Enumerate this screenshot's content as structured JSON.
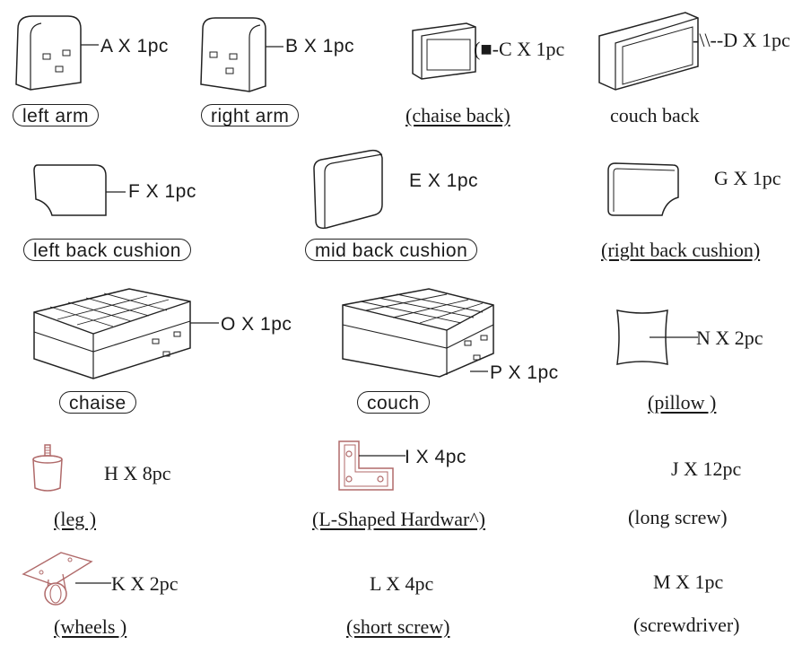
{
  "parts": {
    "left_arm": {
      "code": "A X 1pc",
      "label": "left arm"
    },
    "right_arm": {
      "code": "B X 1pc",
      "label": "right arm"
    },
    "chaise_back": {
      "code": "(■-C X 1pc",
      "label": "(chaise back)"
    },
    "couch_back": {
      "code": "-\\\\--D X 1pc",
      "label": "couch back"
    },
    "left_back_cushion": {
      "code": "F X 1pc",
      "label": "left back cushion"
    },
    "mid_back_cushion": {
      "code": "E X 1pc",
      "label": "mid back cushion"
    },
    "right_back_cushion": {
      "code": "G X 1pc",
      "label": "(right back cushion)"
    },
    "chaise": {
      "code": "O X 1pc",
      "label": "chaise"
    },
    "couch": {
      "code": "P X 1pc",
      "label": "couch"
    },
    "pillow": {
      "code": "N X 2pc",
      "label": "(pillow )"
    },
    "leg": {
      "code": "H X 8pc",
      "label": "(leg )"
    },
    "l_hardware": {
      "code": "I X 4pc",
      "label": "(L-Shaped Hardwar^)"
    },
    "long_screw": {
      "code": "J X 12pc",
      "label": "(long screw)"
    },
    "wheels": {
      "code": "K X 2pc",
      "label": "(wheels )"
    },
    "short_screw": {
      "code": "L X 4pc",
      "label": "(short screw)"
    },
    "screwdriver": {
      "code": "M X 1pc",
      "label": "(screwdriver)"
    }
  },
  "colors": {
    "line": "#222222",
    "hardware": "#b06a6a"
  }
}
